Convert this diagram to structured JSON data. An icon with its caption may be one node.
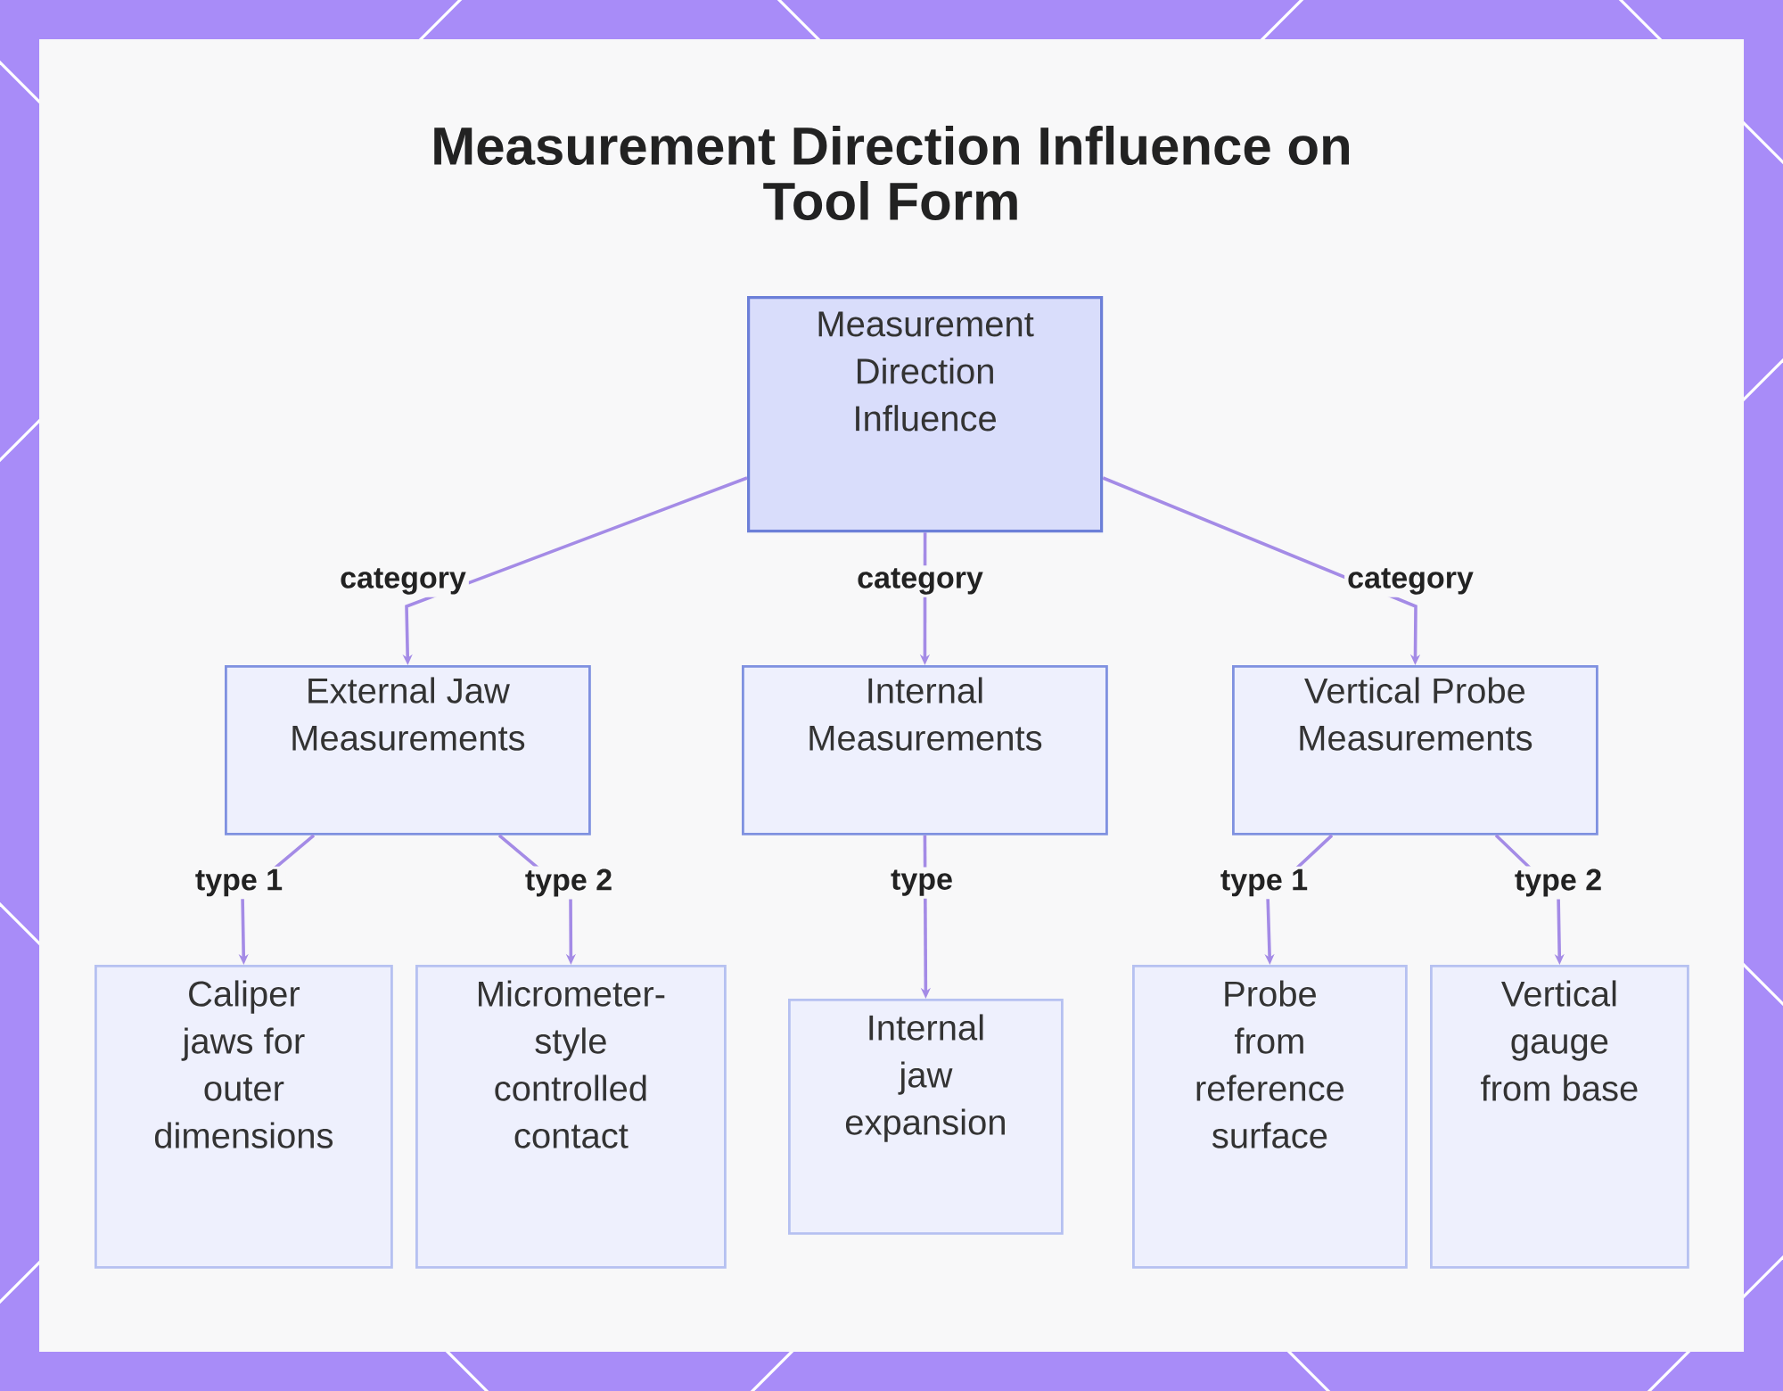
{
  "diagram": {
    "title": "Measurement Direction Influence on Tool Form",
    "nodes": [
      {
        "text": [
          "Measurement Direction Influence"
        ]
      },
      {
        "text": [
          "External Jaw Measurements"
        ]
      },
      {
        "text": [
          "Internal Measurements"
        ]
      },
      {
        "text": [
          "Vertical Probe Measurements"
        ]
      },
      {
        "text": [
          "Caliper jaws for outer dimensions"
        ]
      },
      {
        "text": [
          "Micrometer-style controlled contact"
        ]
      },
      {
        "text": [
          "Internal jaw expansion"
        ]
      },
      {
        "text": [
          "Probe from reference surface"
        ]
      },
      {
        "text": [
          "Vertical gauge from base"
        ]
      }
    ],
    "edges": [
      {
        "from": 0,
        "to": 1,
        "arrow": "to",
        "label": "category"
      },
      {
        "from": 0,
        "to": 2,
        "arrow": "to",
        "label": "category"
      },
      {
        "from": 0,
        "to": 3,
        "arrow": "to",
        "label": "category"
      },
      {
        "from": 1,
        "to": 4,
        "arrow": "to",
        "label": "type 1"
      },
      {
        "from": 1,
        "to": 5,
        "arrow": "to",
        "label": "type 2"
      },
      {
        "from": 2,
        "to": 6,
        "arrow": "to",
        "label": "type"
      },
      {
        "from": 3,
        "to": 7,
        "arrow": "to",
        "label": "type 1"
      },
      {
        "from": 3,
        "to": 8,
        "arrow": "to",
        "label": "type 2"
      }
    ]
  }
}
